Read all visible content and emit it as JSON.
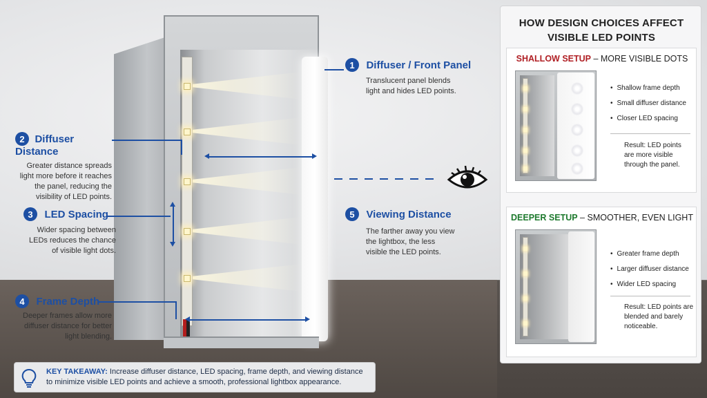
{
  "labels": {
    "l1": {
      "num": "1",
      "title": "Diffuser / Front Panel",
      "text": [
        "Translucent panel blends",
        "light and hides LED points."
      ]
    },
    "l2": {
      "num": "2",
      "title": "Diffuser Distance",
      "text": [
        "Greater distance spreads",
        "light more before it reaches",
        "the panel, reducing the",
        "visibility of LED points."
      ]
    },
    "l3": {
      "num": "3",
      "title": "LED Spacing",
      "text": [
        "Wider spacing between",
        "LEDs reduces the chance",
        "of visible light dots."
      ]
    },
    "l4": {
      "num": "4",
      "title": "Frame Depth",
      "text": [
        "Deeper frames allow more",
        "diffuser distance for better",
        "light blending."
      ]
    },
    "l5": {
      "num": "5",
      "title": "Viewing Distance",
      "text": [
        "The farther away you view",
        "the lightbox, the less",
        "visible the LED points."
      ]
    }
  },
  "panel": {
    "title_line1": "HOW DESIGN CHOICES AFFECT",
    "title_line2": "VISIBLE LED POINTS",
    "shallow": {
      "head_strong": "SHALLOW SETUP",
      "head_rest": " – MORE VISIBLE DOTS",
      "color": "#b01f24",
      "bullets": [
        "Shallow frame depth",
        "Small diffuser distance",
        "Closer LED spacing"
      ],
      "result": [
        "Result: LED points",
        "are more visible",
        "through the panel."
      ]
    },
    "deeper": {
      "head_strong": "DEEPER SETUP",
      "head_rest": " – SMOOTHER, EVEN LIGHT",
      "color": "#1e7a2e",
      "bullets": [
        "Greater frame depth",
        "Larger diffuser distance",
        "Wider LED spacing"
      ],
      "result": [
        "Result: LED points are",
        "blended and barely",
        "noticeable."
      ]
    }
  },
  "takeaway": {
    "strong": "KEY TAKEAWAY:",
    "line1": " Increase diffuser distance, LED spacing, frame depth, and viewing distance",
    "line2": "to minimize visible LED points and achieve a smooth, professional lightbox appearance.",
    "icon": "lightbulb-icon"
  },
  "colors": {
    "accent": "#1d4fa3",
    "shallow": "#b01f24",
    "deeper": "#1e7a2e"
  }
}
